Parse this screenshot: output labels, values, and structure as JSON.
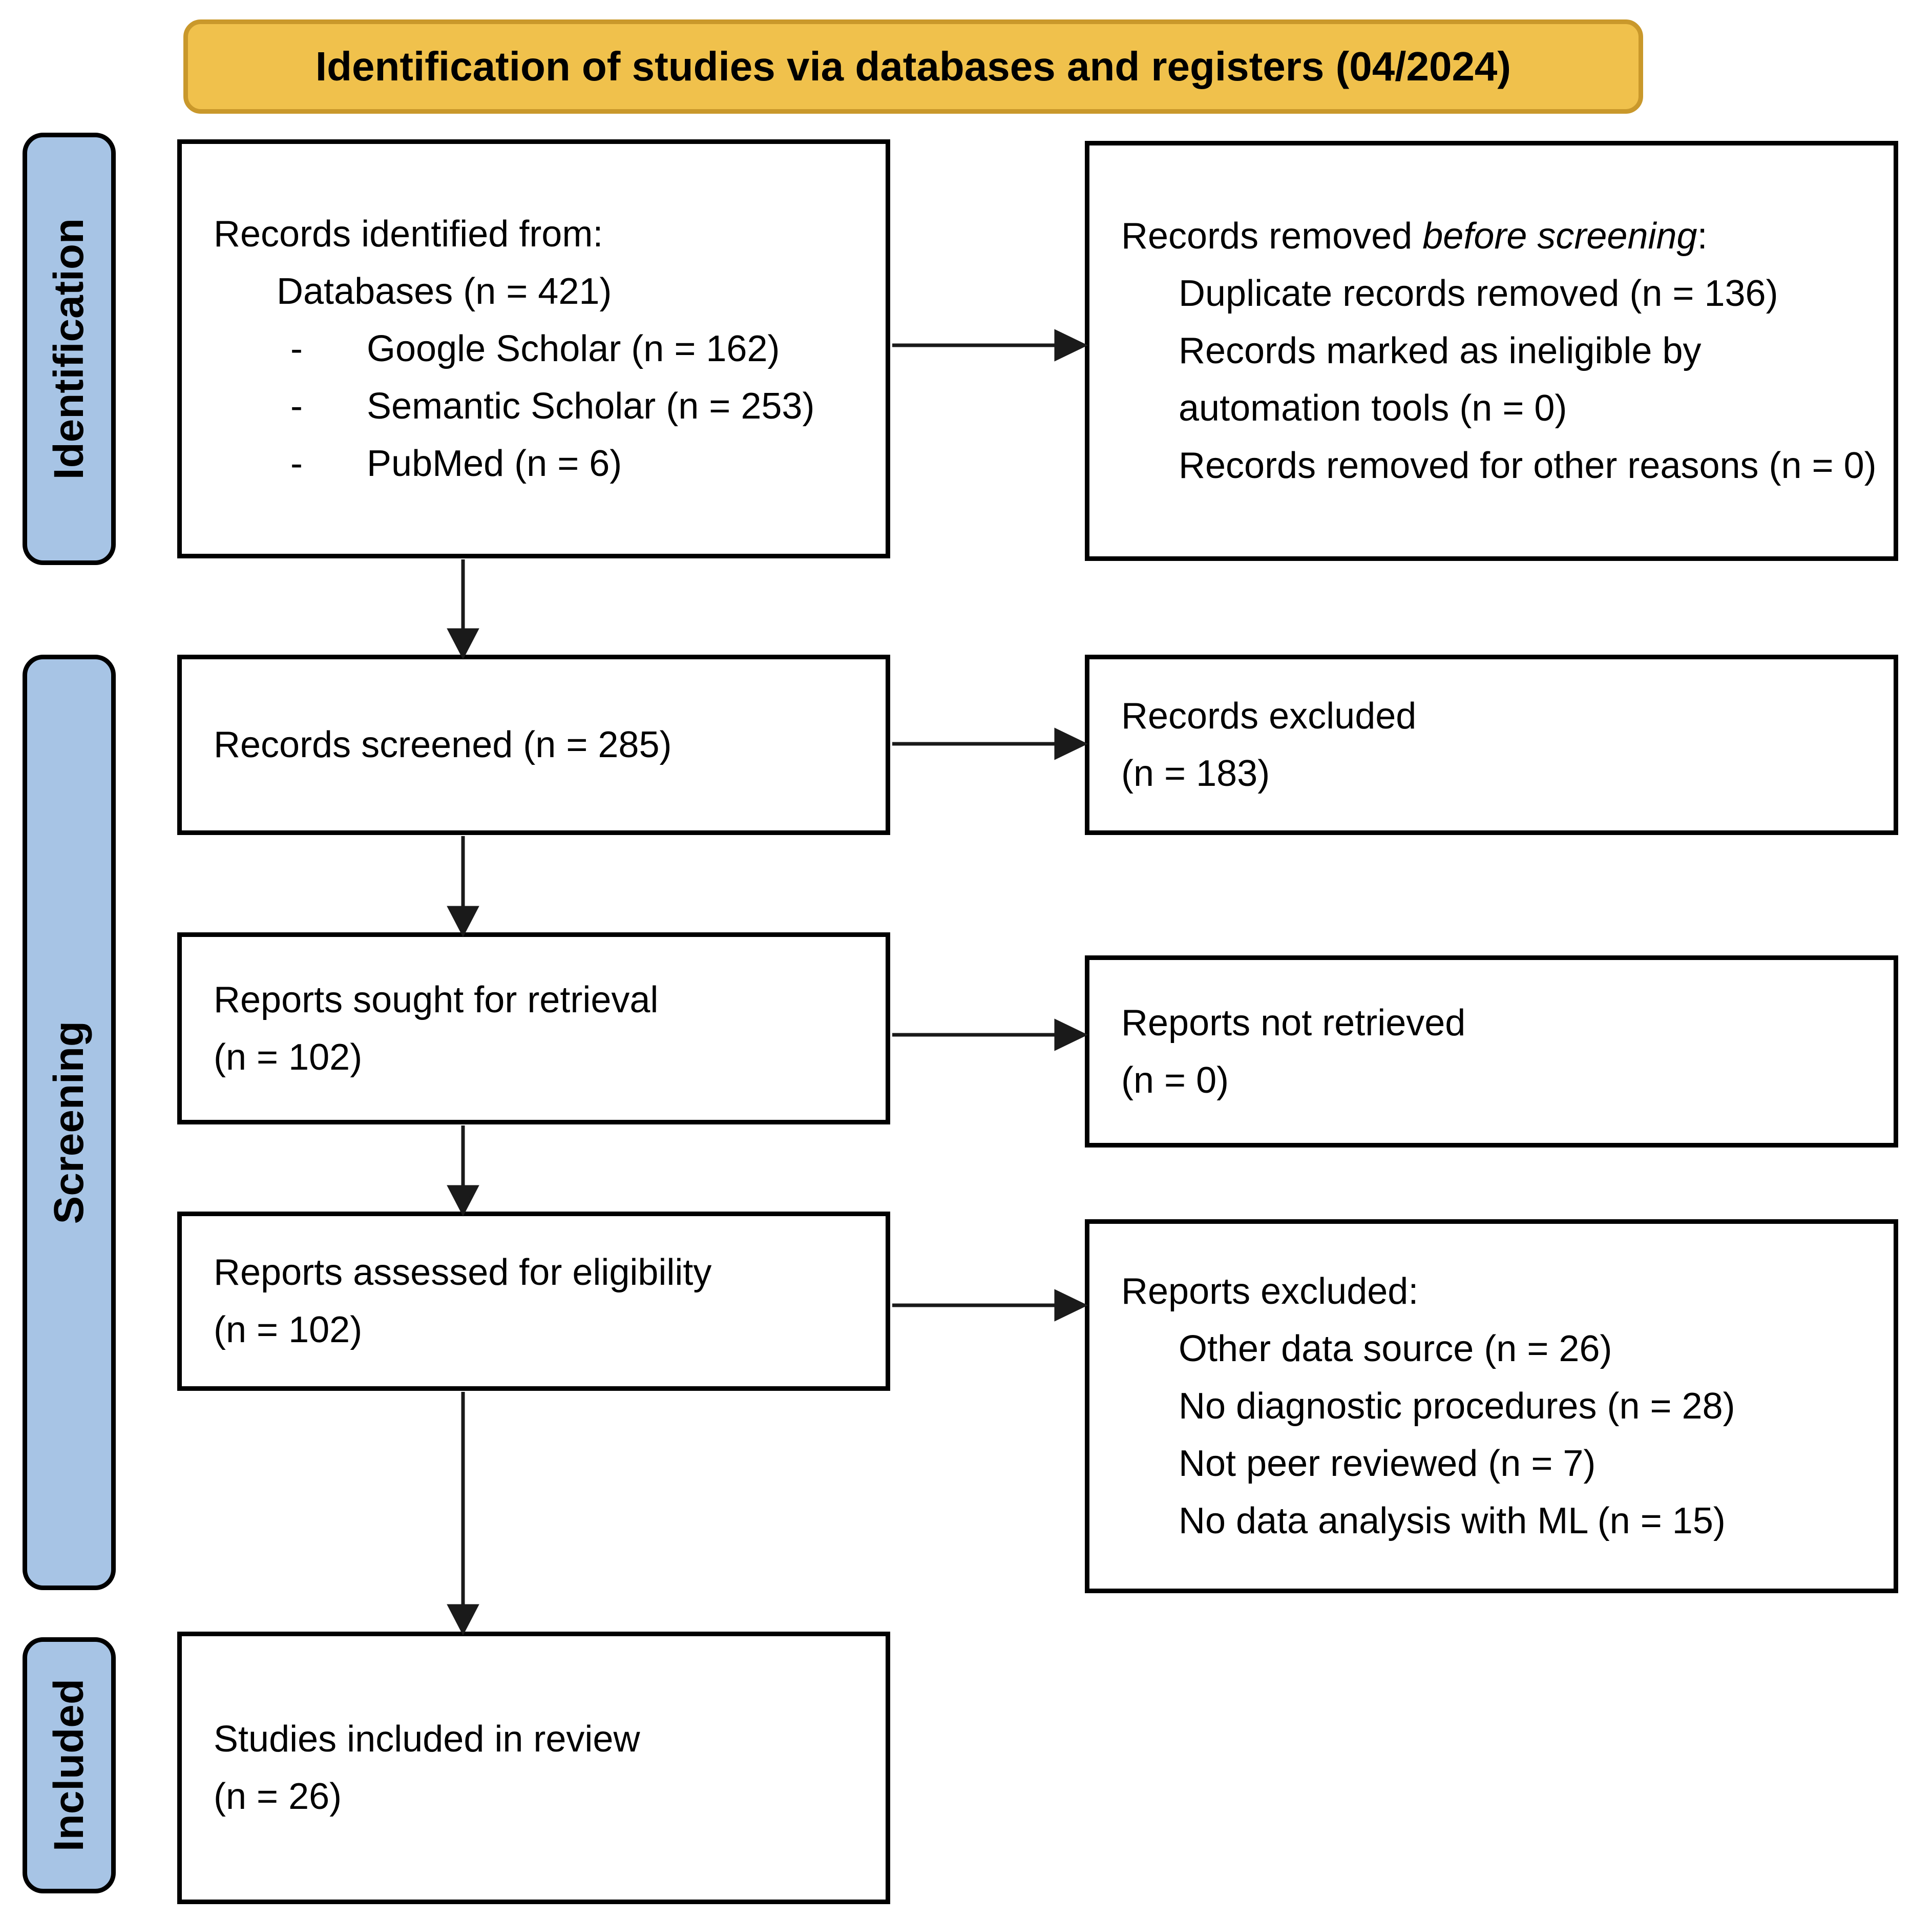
{
  "banner": {
    "title": "Identification of studies via databases and registers (04/2024)"
  },
  "side_labels": {
    "identification": "Identification",
    "screening": "Screening",
    "included": "Included"
  },
  "colors": {
    "banner_fill": "#F0C14C",
    "banner_border": "#C9982B",
    "tab_fill": "#A7C4E5",
    "tab_border": "#000000",
    "box_fill": "#FFFFFF",
    "box_border": "#000000",
    "arrow": "#1A1A1A",
    "text": "#000000"
  },
  "boxes": {
    "identified": {
      "line1": "Records identified from:",
      "line2": "Databases (n = 421)",
      "bullet": "-",
      "items": [
        "Google Scholar (n = 162)",
        "Semantic Scholar (n = 253)",
        "PubMed (n = 6)"
      ]
    },
    "removed_before_screening": {
      "header_prefix": "Records removed ",
      "header_italic": "before screening",
      "header_suffix": ":",
      "items": [
        "Duplicate records removed  (n = 136)",
        "Records marked as ineligible by automation tools (n = 0)",
        "Records removed for other reasons (n = 0)"
      ]
    },
    "screened": {
      "line1": "Records screened (n = 285)"
    },
    "records_excluded": {
      "line1": "Records excluded",
      "line2": "(n = 183)"
    },
    "sought": {
      "line1": "Reports sought for retrieval",
      "line2": "(n = 102)"
    },
    "not_retrieved": {
      "line1": "Reports not retrieved",
      "line2": "(n = 0)"
    },
    "assessed": {
      "line1": "Reports assessed for eligibility",
      "line2": "(n = 102)"
    },
    "reports_excluded": {
      "header": "Reports excluded:",
      "items": [
        "Other data source (n = 26)",
        "No diagnostic procedures (n = 28)",
        "Not peer reviewed (n = 7)",
        "No data analysis with ML (n = 15)"
      ]
    },
    "included_review": {
      "line1": "Studies included in review",
      "line2": "(n = 26)"
    }
  }
}
